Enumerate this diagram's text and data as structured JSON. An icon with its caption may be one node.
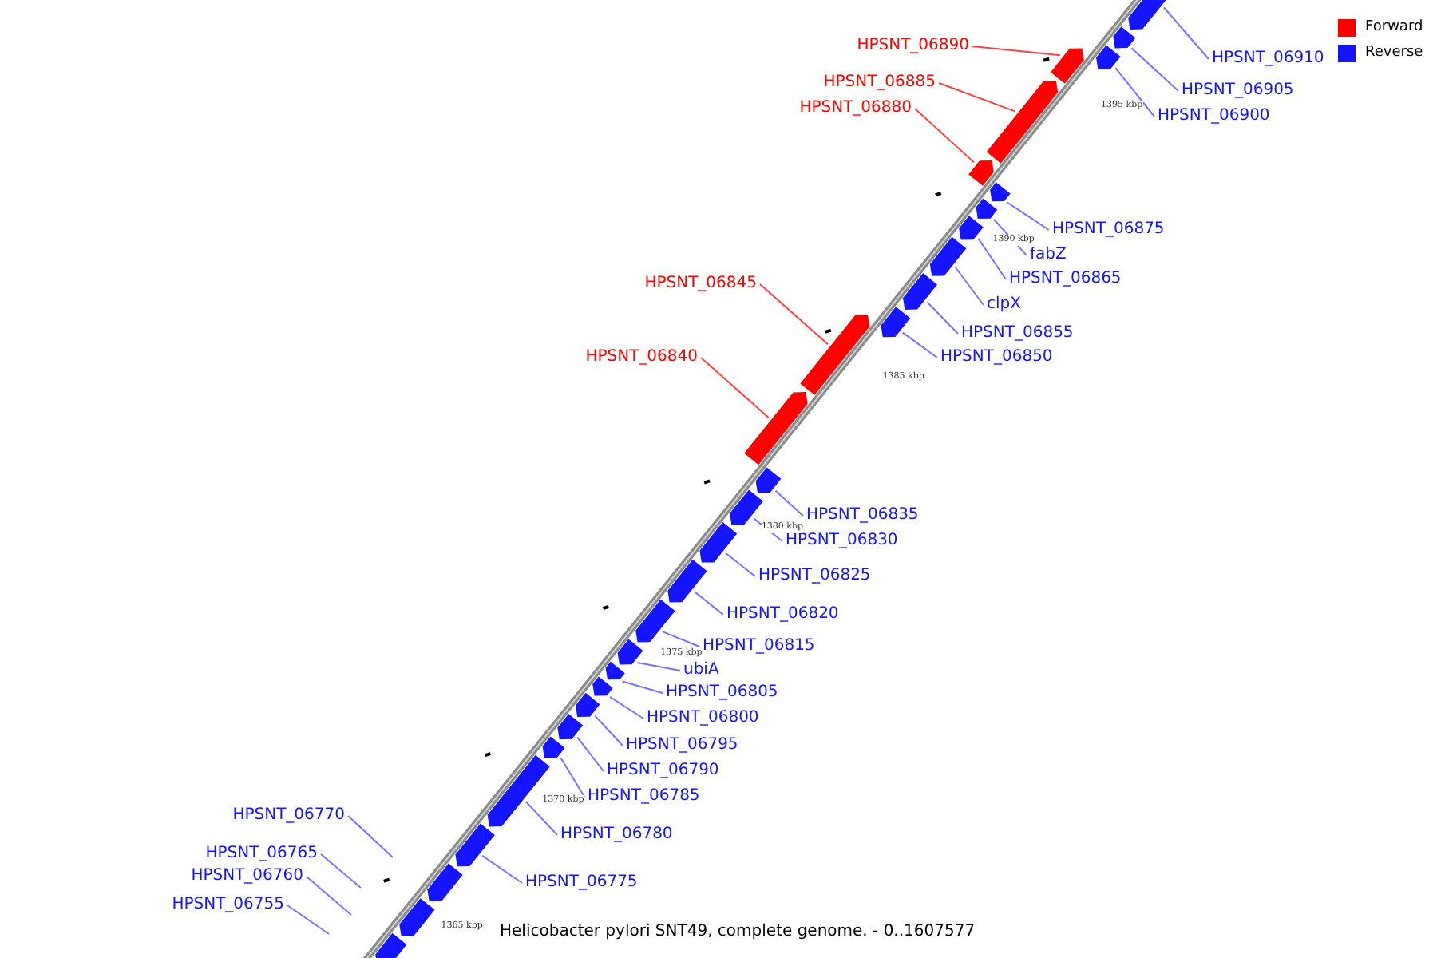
{
  "diagram": {
    "caption": "Helicobacter pylori SNT49, complete genome. - 0..1607577",
    "nodes": [
      {
        "text": [
          "HPSNT_06910"
        ]
      },
      {
        "text": [],
        "shape": "bar"
      },
      {
        "text": [
          "HPSNT_06905"
        ]
      },
      {
        "text": [],
        "shape": "bar"
      },
      {
        "text": [
          "HPSNT_06900"
        ]
      },
      {
        "text": [],
        "shape": "bar"
      },
      {
        "text": [
          "HPSNT_06890"
        ]
      },
      {
        "text": [],
        "shape": "bar"
      },
      {
        "text": [
          "HPSNT_06885"
        ]
      },
      {
        "text": [],
        "shape": "bar"
      },
      {
        "text": [
          "HPSNT_06880"
        ]
      },
      {
        "text": [],
        "shape": "bar"
      },
      {
        "text": [
          "HPSNT_06875"
        ]
      },
      {
        "text": [],
        "shape": "bar"
      },
      {
        "text": [
          "fabZ"
        ]
      },
      {
        "text": [],
        "shape": "bar"
      },
      {
        "text": [
          "HPSNT_06865"
        ]
      },
      {
        "text": [],
        "shape": "bar"
      },
      {
        "text": [
          "clpX"
        ]
      },
      {
        "text": [],
        "shape": "bar"
      },
      {
        "text": [
          "HPSNT_06855"
        ]
      },
      {
        "text": [],
        "shape": "bar"
      },
      {
        "text": [
          "HPSNT_06850"
        ]
      },
      {
        "text": [],
        "shape": "bar"
      },
      {
        "text": [
          "HPSNT_06845"
        ]
      },
      {
        "text": [],
        "shape": "bar"
      },
      {
        "text": [
          "HPSNT_06840"
        ]
      },
      {
        "text": [],
        "shape": "bar"
      },
      {
        "text": [
          "HPSNT_06835"
        ]
      },
      {
        "text": [],
        "shape": "bar"
      },
      {
        "text": [
          "HPSNT_06830"
        ]
      },
      {
        "text": [],
        "shape": "bar"
      },
      {
        "text": [
          "HPSNT_06825"
        ]
      },
      {
        "text": [],
        "shape": "bar"
      },
      {
        "text": [
          "HPSNT_06820"
        ]
      },
      {
        "text": [],
        "shape": "bar"
      },
      {
        "text": [
          "HPSNT_06815"
        ]
      },
      {
        "text": [],
        "shape": "bar"
      },
      {
        "text": [
          "ubiA"
        ]
      },
      {
        "text": [],
        "shape": "bar"
      },
      {
        "text": [
          "HPSNT_06805"
        ]
      },
      {
        "text": [],
        "shape": "bar"
      },
      {
        "text": [
          "HPSNT_06800"
        ]
      },
      {
        "text": [],
        "shape": "bar"
      },
      {
        "text": [
          "HPSNT_06795"
        ]
      },
      {
        "text": [],
        "shape": "bar"
      },
      {
        "text": [
          "HPSNT_06790"
        ]
      },
      {
        "text": [],
        "shape": "bar"
      },
      {
        "text": [
          "HPSNT_06785"
        ]
      },
      {
        "text": [],
        "shape": "bar"
      },
      {
        "text": [
          "HPSNT_06780"
        ]
      },
      {
        "text": [],
        "shape": "bar"
      },
      {
        "text": [
          "HPSNT_06775"
        ]
      },
      {
        "text": [],
        "shape": "bar"
      },
      {
        "text": [
          "HPSNT_06770"
        ]
      },
      {
        "text": [
          "HPSNT_06765"
        ]
      },
      {
        "text": [
          "HPSNT_06760"
        ]
      },
      {
        "text": [
          "HPSNT_06755"
        ]
      },
      {
        "text": [],
        "shape": "bar"
      },
      {
        "text": [],
        "shape": "bar"
      },
      {
        "text": [],
        "shape": "bar"
      }
    ],
    "edges": [
      {
        "from": 0,
        "to": 1,
        "arrow": "none"
      },
      {
        "from": 2,
        "to": 3,
        "arrow": "none"
      },
      {
        "from": 4,
        "to": 5,
        "arrow": "none"
      },
      {
        "from": 6,
        "to": 7,
        "arrow": "none",
        "color": "#ff0000"
      },
      {
        "from": 8,
        "to": 9,
        "arrow": "none",
        "color": "#ff0000"
      },
      {
        "from": 10,
        "to": 11,
        "arrow": "none",
        "color": "#ff0000"
      },
      {
        "from": 12,
        "to": 13,
        "arrow": "none"
      },
      {
        "from": 14,
        "to": 15,
        "arrow": "none"
      },
      {
        "from": 16,
        "to": 17,
        "arrow": "none"
      },
      {
        "from": 18,
        "to": 19,
        "arrow": "none"
      },
      {
        "from": 20,
        "to": 21,
        "arrow": "none"
      },
      {
        "from": 22,
        "to": 23,
        "arrow": "none"
      },
      {
        "from": 24,
        "to": 25,
        "arrow": "none",
        "color": "#ff0000"
      },
      {
        "from": 26,
        "to": 27,
        "arrow": "none",
        "color": "#ff0000"
      },
      {
        "from": 28,
        "to": 29,
        "arrow": "none"
      },
      {
        "from": 30,
        "to": 31,
        "arrow": "none"
      },
      {
        "from": 32,
        "to": 33,
        "arrow": "none"
      },
      {
        "from": 34,
        "to": 35,
        "arrow": "none"
      },
      {
        "from": 36,
        "to": 37,
        "arrow": "none"
      },
      {
        "from": 38,
        "to": 39,
        "arrow": "none"
      },
      {
        "from": 40,
        "to": 41,
        "arrow": "none"
      },
      {
        "from": 42,
        "to": 43,
        "arrow": "none"
      },
      {
        "from": 44,
        "to": 45,
        "arrow": "none"
      },
      {
        "from": 46,
        "to": 47,
        "arrow": "none"
      },
      {
        "from": 48,
        "to": 49,
        "arrow": "none"
      },
      {
        "from": 50,
        "to": 51,
        "arrow": "none"
      },
      {
        "from": 52,
        "to": 53,
        "arrow": "none"
      },
      {
        "from": 54,
        "to": null,
        "arrow": "none"
      },
      {
        "from": 55,
        "to": null,
        "arrow": "none"
      },
      {
        "from": 56,
        "to": null,
        "arrow": "none"
      },
      {
        "from": 57,
        "to": null,
        "arrow": "none"
      }
    ],
    "labels": [
      "1395 kbp",
      "1390 kbp",
      "1385 kbp",
      "1380 kbp",
      "1375 kbp",
      "1370 kbp",
      "1365 kbp"
    ],
    "legend": [
      {
        "text": "Forward",
        "color": "#ff0000"
      },
      {
        "text": "Reverse",
        "color": "#1414ff"
      }
    ]
  }
}
